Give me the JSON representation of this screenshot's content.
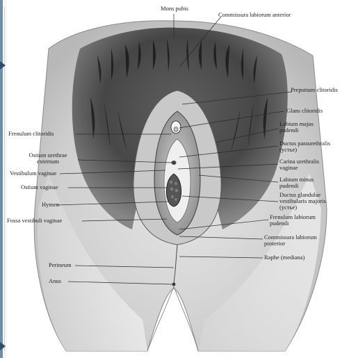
{
  "labels": {
    "mons_pubis": "Mons pubis",
    "commissura_anterior": "Commissura labiorum anterior",
    "preputium": "Preputium clitoridis",
    "glans": "Glans clitoridis",
    "labium_majus": "Labium majus pudendi",
    "frenulum_clitoridis": "Frenulum clitoridis",
    "ductus_paraurethralis": "Ductus paraurethralis (устье)",
    "ostium_urethrae": "Ostium urethrae externum",
    "carina": "Carina urethralis vaginae",
    "vestibulum": "Vestibulum vaginae",
    "labium_minus": "Labium minus pudendi",
    "ostium_vaginae": "Ostium vaginae",
    "ductus_glandulae": "Ductus glandulae vestibularis majoris (устье)",
    "hymen": "Hymen",
    "frenulum_labiorum": "Frenulum labiorum pudendi",
    "fossa": "Fossa vestibuli vaginae",
    "commissura_posterior": "Commissura labiorum posterior",
    "raphe": "Raphe (mediana)",
    "perineum": "Perineum",
    "anus": "Anus"
  },
  "colors": {
    "accent": "#6f8fa8",
    "accent_dark": "#2e4f6c",
    "ink": "#1e1e1e"
  }
}
